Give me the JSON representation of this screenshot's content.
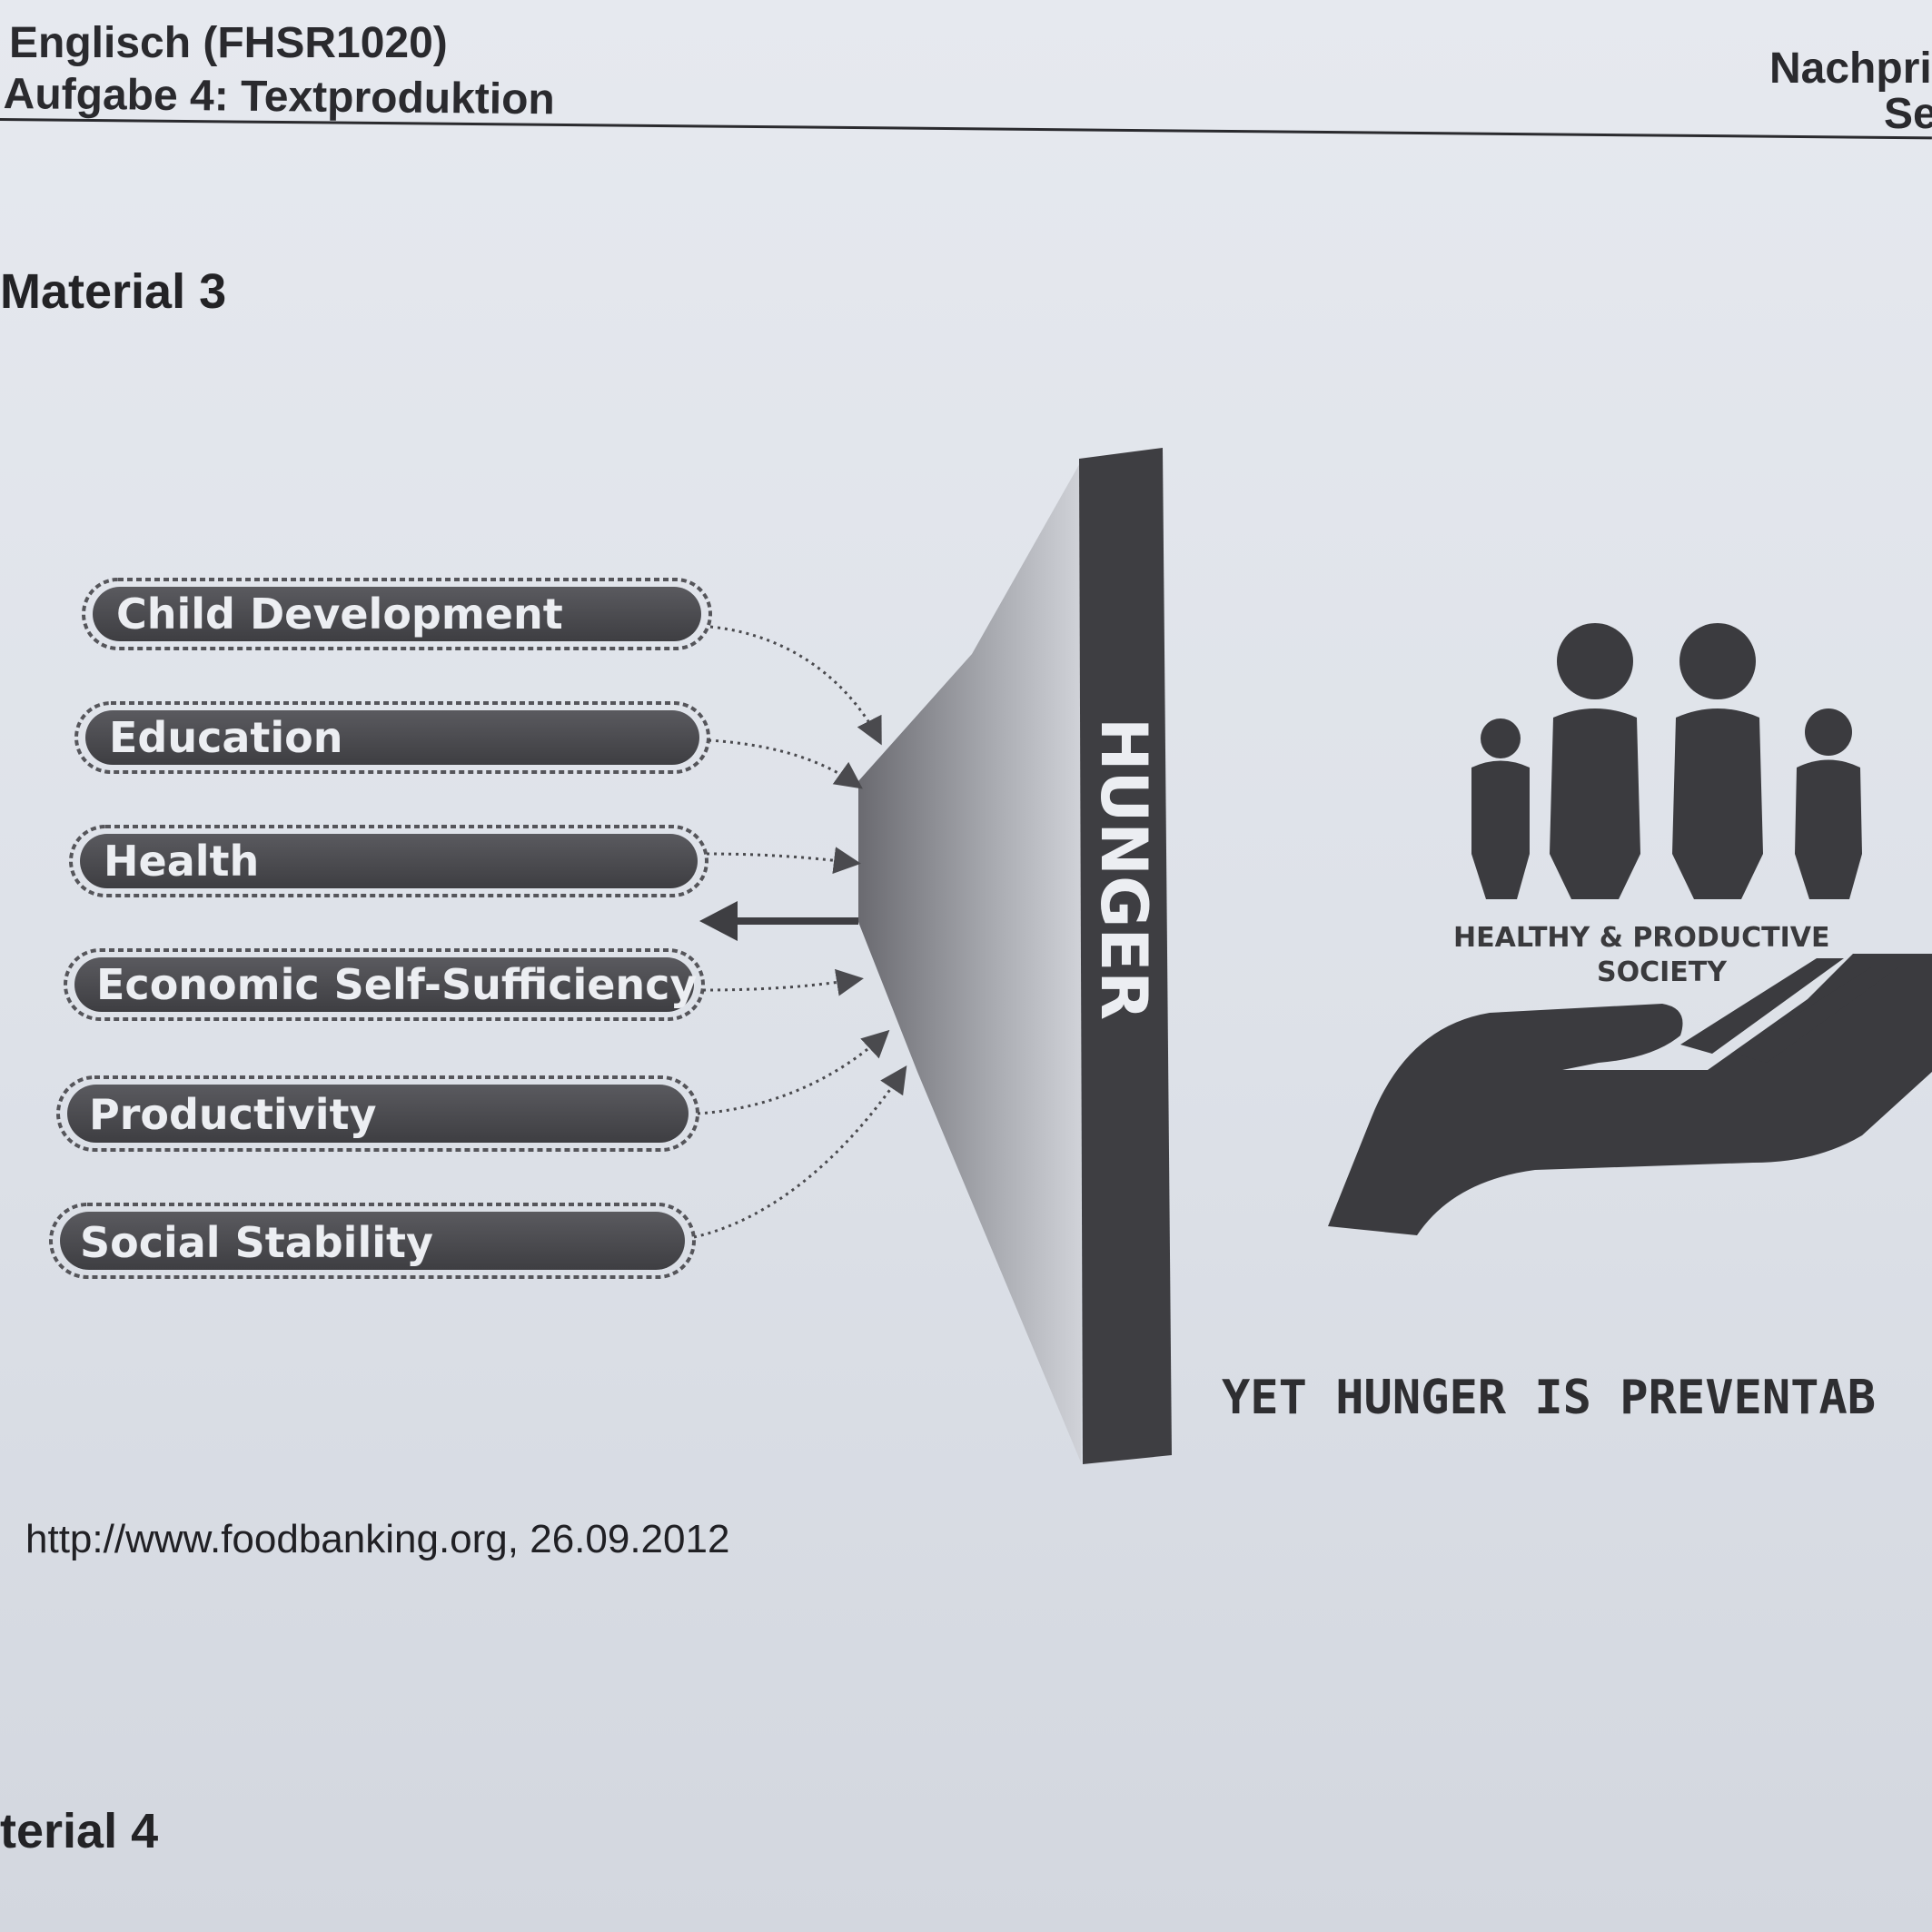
{
  "header": {
    "subject": "Englisch (FHSR1020)",
    "task": "Aufgabe 4: Textproduktion",
    "right_top": "Nachpri",
    "right_bottom": "Se"
  },
  "material_label": "Material 3",
  "diagram": {
    "factors": [
      "Child Development",
      "Education",
      "Health",
      "Economic Self-Sufficiency",
      "Productivity",
      "Social Stability"
    ],
    "barrier_label": "HUNGER",
    "society_line1": "HEALTHY & PRODUCTIVE",
    "society_line2": "SOCIETY",
    "tagline": "YET HUNGER IS PREVENTAB",
    "colors": {
      "pill": "#4a4a4e",
      "barrier": "#3e3e42",
      "figure": "#3b3b3f"
    },
    "icons": [
      "people-icon",
      "hand-icon",
      "arrow-left-icon"
    ]
  },
  "source": "http://www.foodbanking.org, 26.09.2012",
  "next_material_label": "terial 4"
}
